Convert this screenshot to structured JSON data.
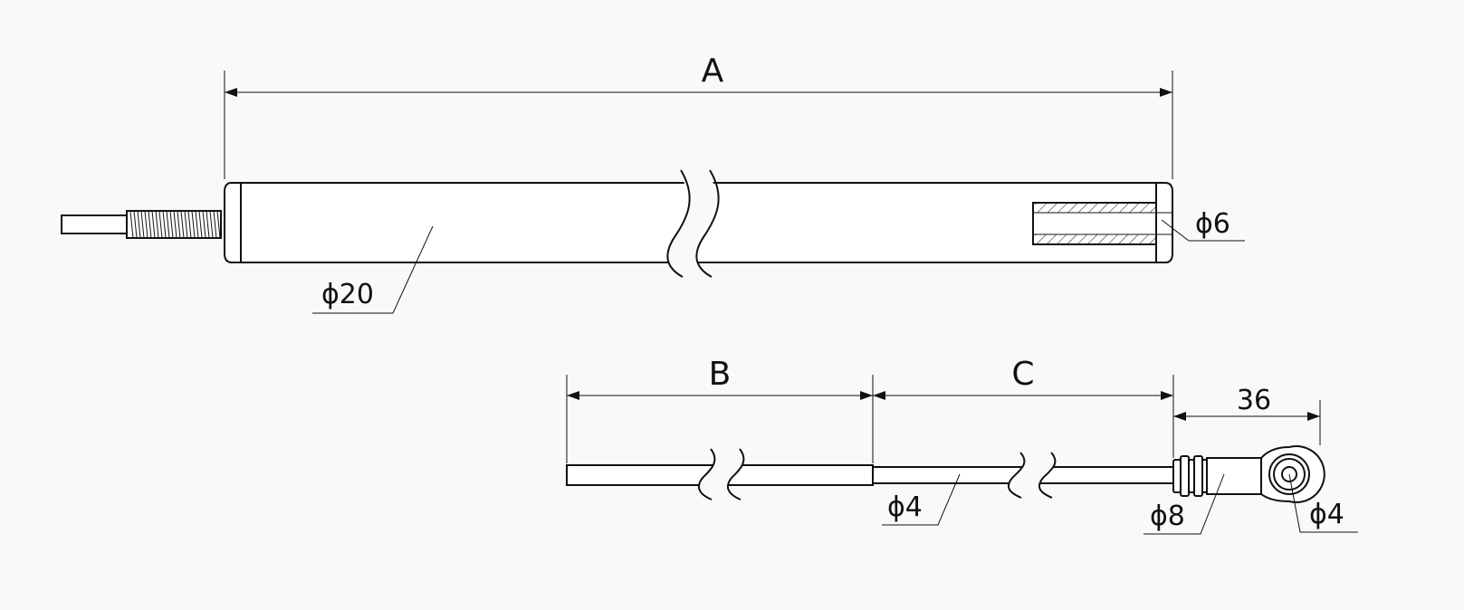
{
  "dimensions": {
    "a": "A",
    "b": "B",
    "c": "C",
    "eye_length": "36"
  },
  "diameters": {
    "body": "ϕ20",
    "bore": "ϕ6",
    "cable": "ϕ4",
    "fitting": "ϕ8",
    "eye_hole": "ϕ4"
  }
}
